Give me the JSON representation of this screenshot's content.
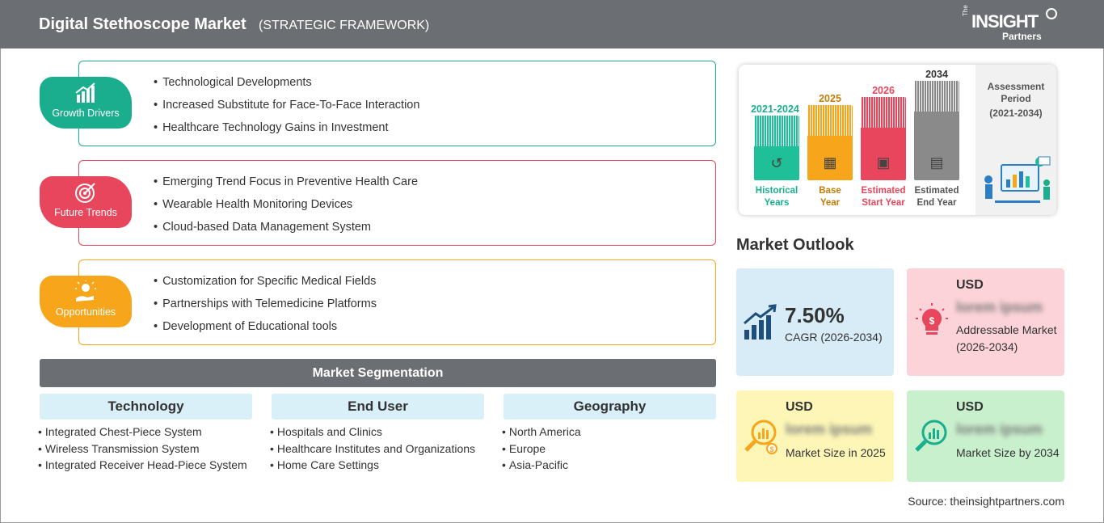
{
  "header": {
    "title": "Digital Stethoscope Market",
    "subtitle": "(STRATEGIC FRAMEWORK)",
    "logo_the": "The",
    "logo_insight": "INSIGHT",
    "logo_partners": "Partners"
  },
  "framework": [
    {
      "label": "Growth Drivers",
      "icon": "growth-chart-icon",
      "color": "#1aae8e",
      "items": [
        "Technological Developments",
        "Increased Substitute for Face-To-Face Interaction",
        "Healthcare Technology Gains in Investment"
      ]
    },
    {
      "label": "Future Trends",
      "icon": "target-icon",
      "color": "#e8465c",
      "items": [
        "Emerging Trend Focus in Preventive Health Care",
        "Wearable Health Monitoring Devices",
        "Cloud-based Data Management System"
      ]
    },
    {
      "label": "Opportunities",
      "icon": "lightbulb-hand-icon",
      "color": "#f7a51b",
      "items": [
        "Customization for Specific Medical Fields",
        "Partnerships with Telemedicine Platforms",
        "Development of Educational tools"
      ]
    }
  ],
  "segmentation": {
    "title": "Market Segmentation",
    "columns": [
      {
        "heading": "Technology",
        "items": [
          "Integrated Chest-Piece System",
          "Wireless Transmission System",
          "Integrated Receiver Head-Piece System"
        ]
      },
      {
        "heading": "End User",
        "items": [
          "Hospitals and Clinics",
          "Healthcare Institutes and Organizations",
          "Home Care Settings"
        ]
      },
      {
        "heading": "Geography",
        "items": [
          "North America",
          "Europe",
          "Asia-Pacific"
        ]
      }
    ]
  },
  "timeline": {
    "bars": [
      {
        "year": "2021-2024",
        "caption_1": "Historical",
        "caption_2": "Years",
        "color": "#1fbf97",
        "icon": "history-icon"
      },
      {
        "year": "2025",
        "caption_1": "Base",
        "caption_2": "Year",
        "color": "#f7a51b",
        "icon": "calendar-icon"
      },
      {
        "year": "2026",
        "caption_1": "Estimated",
        "caption_2": "Start Year",
        "color": "#e8465c",
        "icon": "presentation-icon"
      },
      {
        "year": "2034",
        "caption_1": "Estimated",
        "caption_2": "End Year",
        "color": "#8a8a8a",
        "icon": "monitor-chart-icon"
      }
    ],
    "assessment_label_1": "Assessment",
    "assessment_label_2": "Period",
    "assessment_period": "(2021-2034)"
  },
  "outlook": {
    "title": "Market Outlook",
    "cagr_value": "7.50%",
    "cagr_label": "CAGR (2026-2034)",
    "cards": [
      {
        "usd": "USD",
        "value": "lorem ipsum",
        "desc": "Addressable Market (2026-2034)",
        "color": "#fbd3d8",
        "icon": "bulb-dollar-icon"
      },
      {
        "usd": "USD",
        "value": "lorem ipsum",
        "desc": "Market Size in 2025",
        "color": "#fdf6b7",
        "icon": "magnifier-chart-icon"
      },
      {
        "usd": "USD",
        "value": "lorem ipsum",
        "desc": "Market Size by 2034",
        "color": "#c9f0cc",
        "icon": "magnifier-chart-icon"
      }
    ],
    "cagr_color": "#d7ecf7"
  },
  "source": "Source: theinsightpartners.com"
}
